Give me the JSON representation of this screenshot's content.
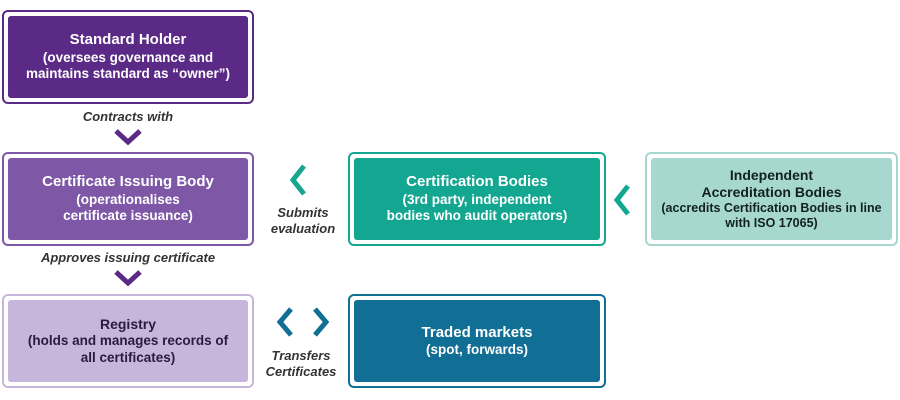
{
  "colors": {
    "purple_dark": "#5b2a86",
    "purple_mid": "#7e57a6",
    "purple_light": "#c7b6dc",
    "teal": "#13a690",
    "teal_light": "#a6d8cf",
    "blue": "#116e94",
    "arrow_purple": "#5b2a86",
    "arrow_teal": "#13a690",
    "arrow_blue": "#116e94"
  },
  "nodes": {
    "standard_holder": {
      "title": "Standard Holder",
      "subtitle": "(oversees governance and maintains standard as “owner”)"
    },
    "certificate_issuing_body": {
      "title": "Certificate Issuing Body",
      "subtitle": "(operationalises certificate issuance)"
    },
    "registry": {
      "title": "Registry",
      "subtitle": "(holds and manages records of all certificates)"
    },
    "certification_bodies": {
      "title": "Certification Bodies",
      "subtitle": "(3rd party, independent bodies who audit operators)"
    },
    "accreditation_bodies": {
      "title": "Independent Accreditation Bodies",
      "subtitle": "(accredits Certification Bodies in line with ISO 17065)"
    },
    "traded_markets": {
      "title": "Traded markets",
      "subtitle": "(spot, forwards)"
    }
  },
  "edges": {
    "contracts_with": "Contracts with",
    "approves_issuing": "Approves issuing certificate",
    "submits_evaluation": "Submits evaluation",
    "transfers_certificates": "Transfers Certificates"
  },
  "icons": {
    "down": "chevron-down-icon",
    "left": "chevron-left-icon",
    "bidirectional": "chevron-left-right-icon"
  }
}
